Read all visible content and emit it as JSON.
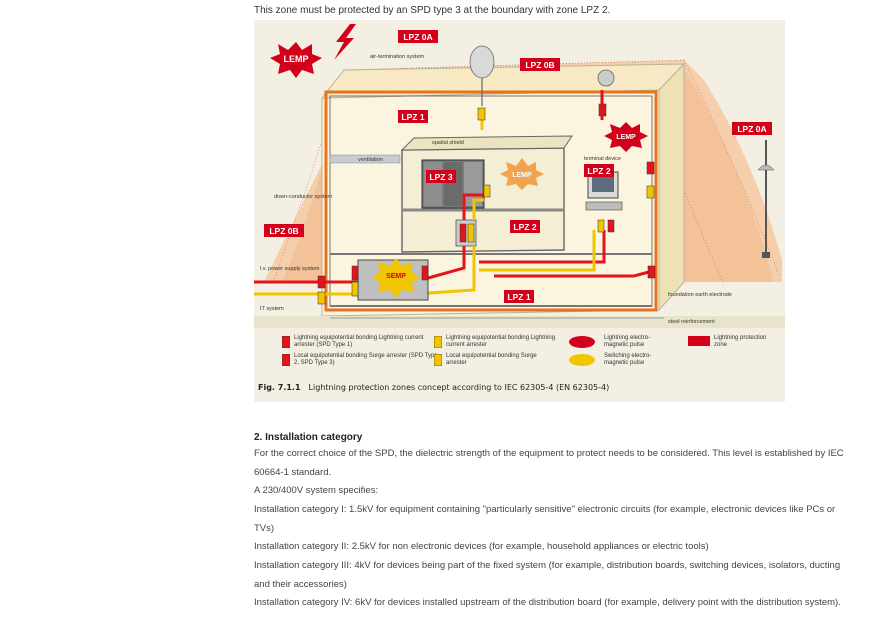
{
  "intro_text": "This zone must be protected by an SPD type 3 at the boundary with zone LPZ 2.",
  "figure": {
    "labels": {
      "lemp": "LEMP",
      "lpz0a": "LPZ 0A",
      "lpz0b": "LPZ 0B",
      "lpz1": "LPZ 1",
      "lpz2": "LPZ 2",
      "lpz3": "LPZ 3",
      "semp": "SEMP",
      "air_termination": "air-termination system",
      "spatial_shield": "spatial shield",
      "ventilation": "ventilation",
      "terminal_device": "terminal device",
      "down_conductor": "down-conductor system",
      "lv_power": "l.v. power supply system",
      "it_system": "IT system",
      "foundation": "foundation earth electrode",
      "steel": "steel reinforcement"
    },
    "legend": [
      {
        "text": "Lightning equipotential bonding Lightning current arrester (SPD Type 1)"
      },
      {
        "text": "Local equipotential bonding Surge arrester (SPD Type 2, SPD Type 3)"
      },
      {
        "text": "Lightning equipotential bonding Lightning current arrester"
      },
      {
        "text": "Local equipotential bonding Surge arrester"
      },
      {
        "text": "Lightning electro-magnetic pulse"
      },
      {
        "text": "Switching electro-magnetic pulse"
      },
      {
        "text": "Lightning protection zone"
      }
    ],
    "caption_number": "Fig. 7.1.1",
    "caption_text": "Lightning protection zones concept according to IEC 62305-4 (EN 62305-4)"
  },
  "section": {
    "title": "2. Installation category",
    "p1": "For the correct choice of the SPD, the dielectric strength of the equipment to protect needs to be considered. This level is established by IEC 60664-1 standard.",
    "p2": "A 230/400V system specifies:",
    "p3": "Installation category I: 1.5kV for equipment containing \"particularly sensitive\" electronic circuits (for example, electronic devices like PCs or TVs)",
    "p4": "Installation category II: 2.5kV for non electronic devices (for example, household appliances or electric tools)",
    "p5": "Installation category III: 4kV for devices being part of the fixed system (for example, distribution boards, switching devices, isolators, ducting and their accessories)",
    "p6": "Installation category IV: 6kV for devices installed upstream of the distribution board (for example, delivery point with the distribution system)."
  },
  "colors": {
    "lpz_red": "#d3001c",
    "zone_orange": "#f0a36a",
    "cable_yellow": "#f1c500",
    "cable_red": "#e3141c",
    "building_fill": "#f8f3dc"
  }
}
